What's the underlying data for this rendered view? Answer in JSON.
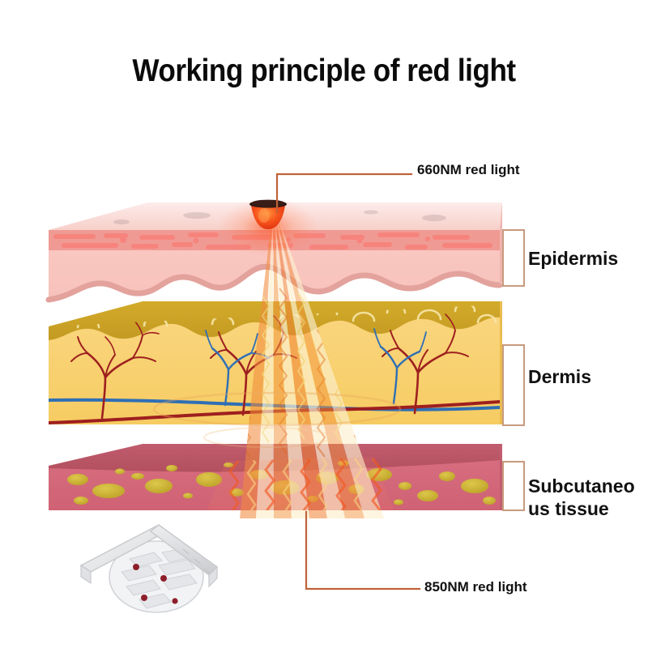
{
  "title": "Working principle of red light",
  "labels": {
    "led_source": "660NM red light",
    "device_source": "850NM red light",
    "layer_epidermis": "Epidermis",
    "layer_dermis": "Dermis",
    "layer_subcutaneous_line1": "Subcutaneo",
    "layer_subcutaneous_line2": "us tissue"
  },
  "icons": {
    "led_emitter": "led-dome-icon",
    "light_beam": "light-rays-icon",
    "device_panel": "led-panel-device-icon",
    "blood_vessel": "blood-vessel-tree-icon",
    "fat_globule": "fat-globule-icon"
  },
  "colors": {
    "title_text": "#0b0b0b",
    "label_text": "#111111",
    "leader_line": "#c0633a",
    "bracket_stroke": "#c89a7e",
    "bracket_fill": "#ffffff",
    "epidermis_top": "#fadcd8",
    "epidermis_band": "#f09a94",
    "epidermis_body": "#f9c6c0",
    "epidermis_wave": "#e8a8a2",
    "dermis_top": "#c9a227",
    "dermis_body": "#f8d271",
    "dermis_side": "#e8bc50",
    "subq_top": "#b85566",
    "subq_body": "#d46a7c",
    "fat_globule": "#c9b131",
    "artery_red": "#9e1f1f",
    "vein_blue": "#2f6fb5",
    "led_body": "#f04a1e",
    "led_rim": "#2b1512",
    "ray_warm": "#f08a3c",
    "ray_pale": "#fdf0cf",
    "device_body": "#e9eaec",
    "device_edge": "#c7c9cc",
    "device_led": "#8d1f2a"
  },
  "diagram": {
    "type": "anatomical-cross-section",
    "layer_count": 3,
    "layer_order": [
      "Epidermis",
      "Dermis",
      "Subcutaneous tissue"
    ],
    "light_sources": [
      {
        "label": "660NM red light",
        "target_layer": "Epidermis",
        "position": "top"
      },
      {
        "label": "850NM red light",
        "target_layer": "Subcutaneous tissue",
        "position": "bottom"
      }
    ]
  }
}
